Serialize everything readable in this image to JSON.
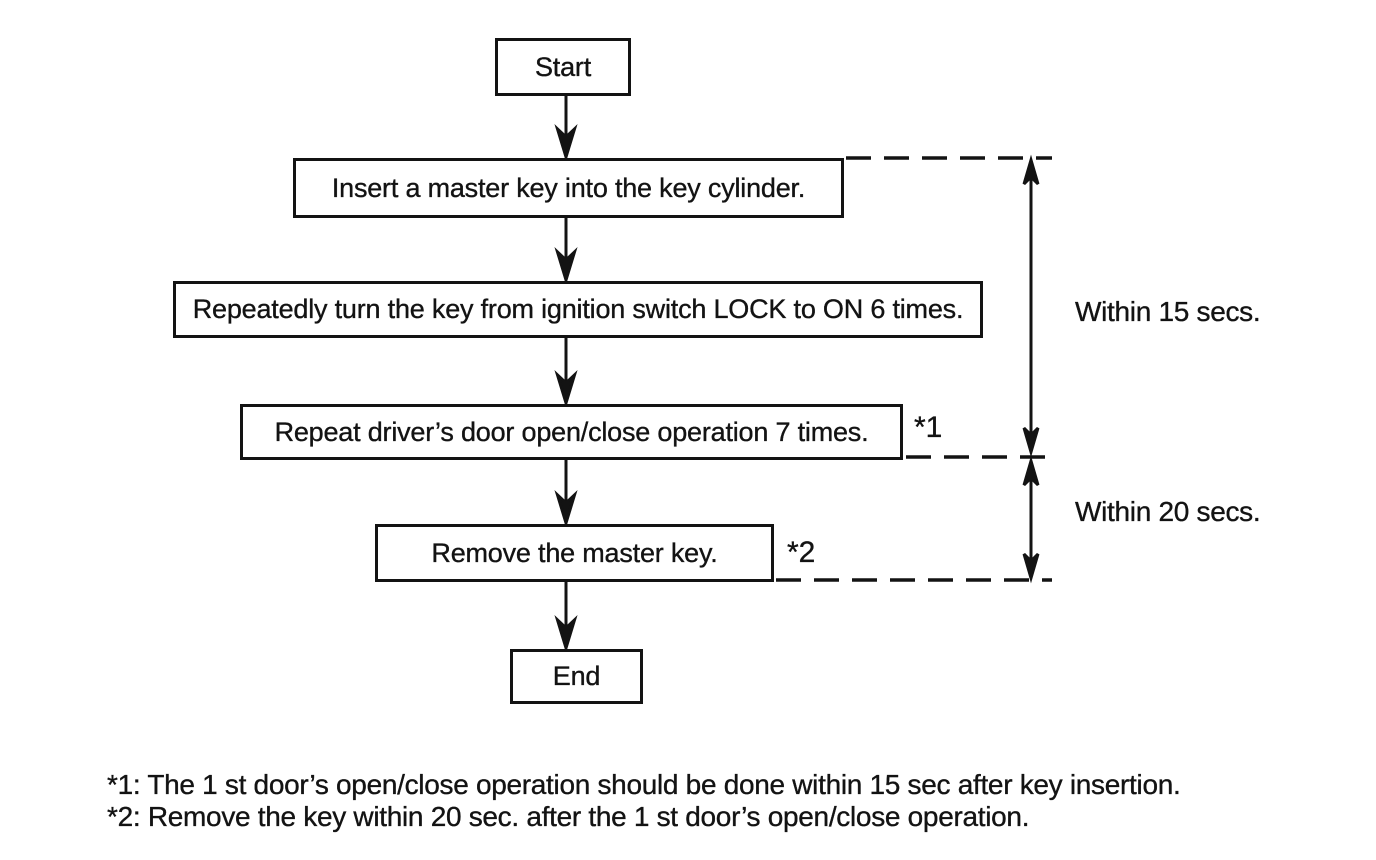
{
  "flowchart": {
    "nodes": [
      {
        "id": "start",
        "label": "Start"
      },
      {
        "id": "insert-key",
        "label": "Insert a master key into the key cylinder."
      },
      {
        "id": "turn-key",
        "label": "Repeatedly turn the key from ignition switch LOCK to ON 6 times."
      },
      {
        "id": "door-open-close",
        "label": "Repeat driver’s door open/close operation 7 times."
      },
      {
        "id": "remove-key",
        "label": "Remove the master key."
      },
      {
        "id": "end",
        "label": "End"
      }
    ],
    "markers": [
      {
        "id": "ref-1",
        "label": "*1"
      },
      {
        "id": "ref-2",
        "label": "*2"
      }
    ],
    "timing_labels": [
      {
        "id": "within-15",
        "label": "Within 15 secs."
      },
      {
        "id": "within-20",
        "label": "Within 20 secs."
      }
    ],
    "footnotes": [
      {
        "label": "*1: The 1 st door’s open/close operation should be done within 15 sec after key insertion."
      },
      {
        "label": "*2: Remove the key within 20 sec. after the 1 st door’s open/close operation."
      }
    ],
    "ink_color": "#131313",
    "background_color": "#ffffff"
  }
}
